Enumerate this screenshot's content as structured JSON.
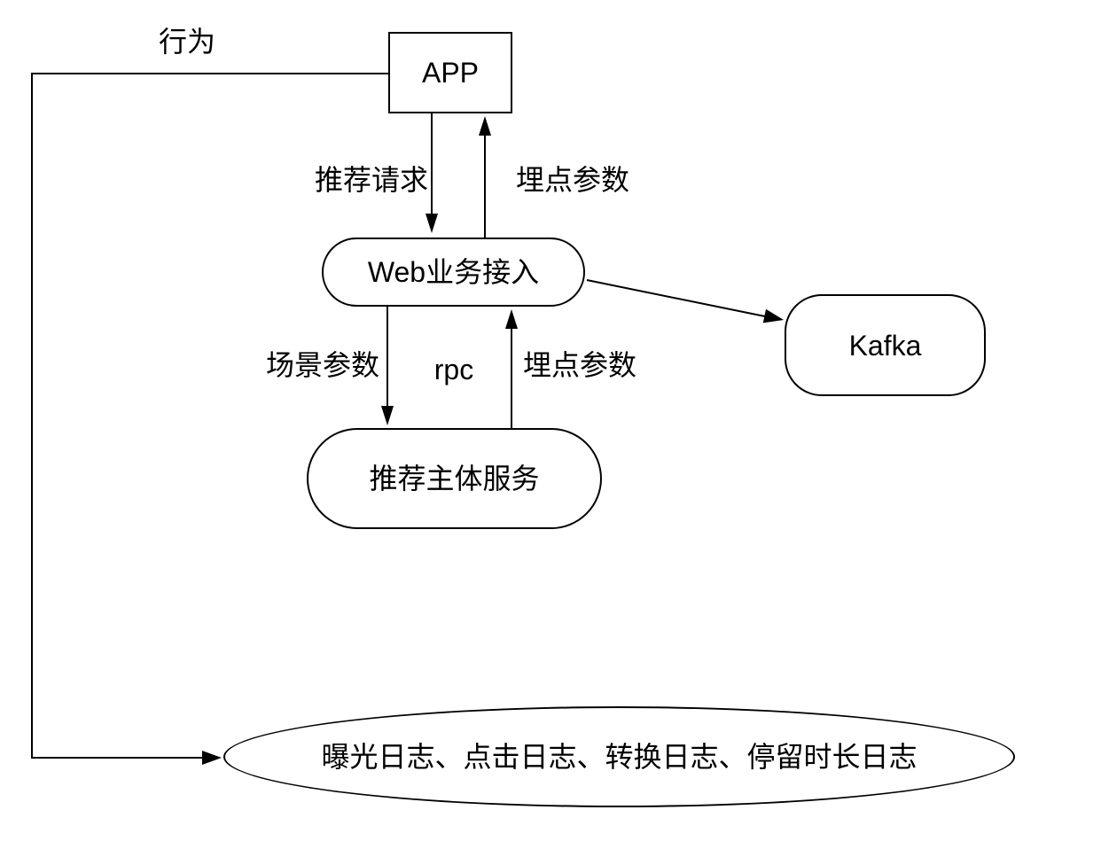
{
  "nodes": {
    "app": "APP",
    "web_gateway": "Web业务接入",
    "kafka": "Kafka",
    "recommend_service": "推荐主体服务",
    "logs": "曝光日志、点击日志、转换日志、停留时长日志"
  },
  "edge_labels": {
    "behavior": "行为",
    "recommend_request": "推荐请求",
    "tracking_params_to_app": "埋点参数",
    "scene_params": "场景参数",
    "rpc": "rpc",
    "tracking_params_to_web": "埋点参数"
  },
  "edges": [
    {
      "from": "APP",
      "to": "曝光日志、点击日志、转换日志、停留时长日志",
      "label": "行为"
    },
    {
      "from": "APP",
      "to": "Web业务接入",
      "label": "推荐请求"
    },
    {
      "from": "Web业务接入",
      "to": "APP",
      "label": "埋点参数"
    },
    {
      "from": "Web业务接入",
      "to": "推荐主体服务",
      "label": "场景参数 / rpc"
    },
    {
      "from": "推荐主体服务",
      "to": "Web业务接入",
      "label": "埋点参数 / rpc"
    },
    {
      "from": "Web业务接入",
      "to": "Kafka",
      "label": ""
    }
  ],
  "colors": {
    "stroke": "#000000",
    "background": "#ffffff",
    "text": "#000000"
  }
}
